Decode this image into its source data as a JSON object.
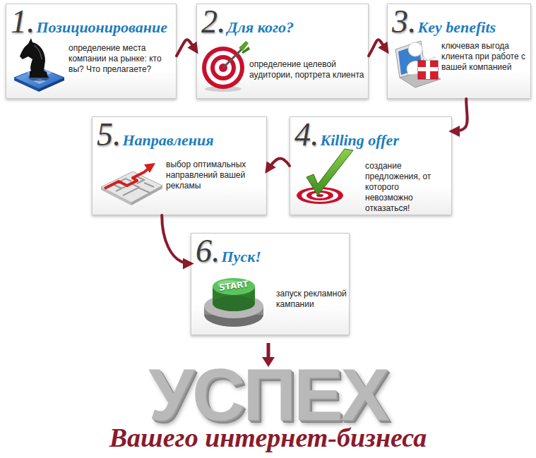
{
  "diagram": {
    "nodes": [
      {
        "text": [
          "1.",
          "Позиционирование",
          "определение места компании на рынке: кто вы? Что прелагаете?"
        ]
      },
      {
        "text": [
          "2.",
          "Для кого?",
          "определение целевой аудитории, портрета клиента"
        ]
      },
      {
        "text": [
          "3.",
          "Key benefits",
          "ключевая выгода клиента при работе с вашей компанией"
        ]
      },
      {
        "text": [
          "4.",
          "Killing offer",
          "создание предложения, от которого невозможно отказаться!"
        ]
      },
      {
        "text": [
          "5.",
          "Направления",
          "выбор оптимальных направлений вашей рекламы"
        ]
      },
      {
        "text": [
          "6.",
          "Пуск!",
          "запуск рекламной кампании"
        ]
      }
    ],
    "edges": [
      {
        "from": 0,
        "to": 1,
        "arrow": "to"
      },
      {
        "from": 1,
        "to": 2,
        "arrow": "to"
      },
      {
        "from": 2,
        "to": 3,
        "arrow": "to"
      },
      {
        "from": 3,
        "to": 4,
        "arrow": "to"
      },
      {
        "from": 4,
        "to": 5,
        "arrow": "to"
      }
    ],
    "labels": [
      "START",
      "УСПЕХ",
      "Вашего интернет-бизнеса"
    ]
  }
}
